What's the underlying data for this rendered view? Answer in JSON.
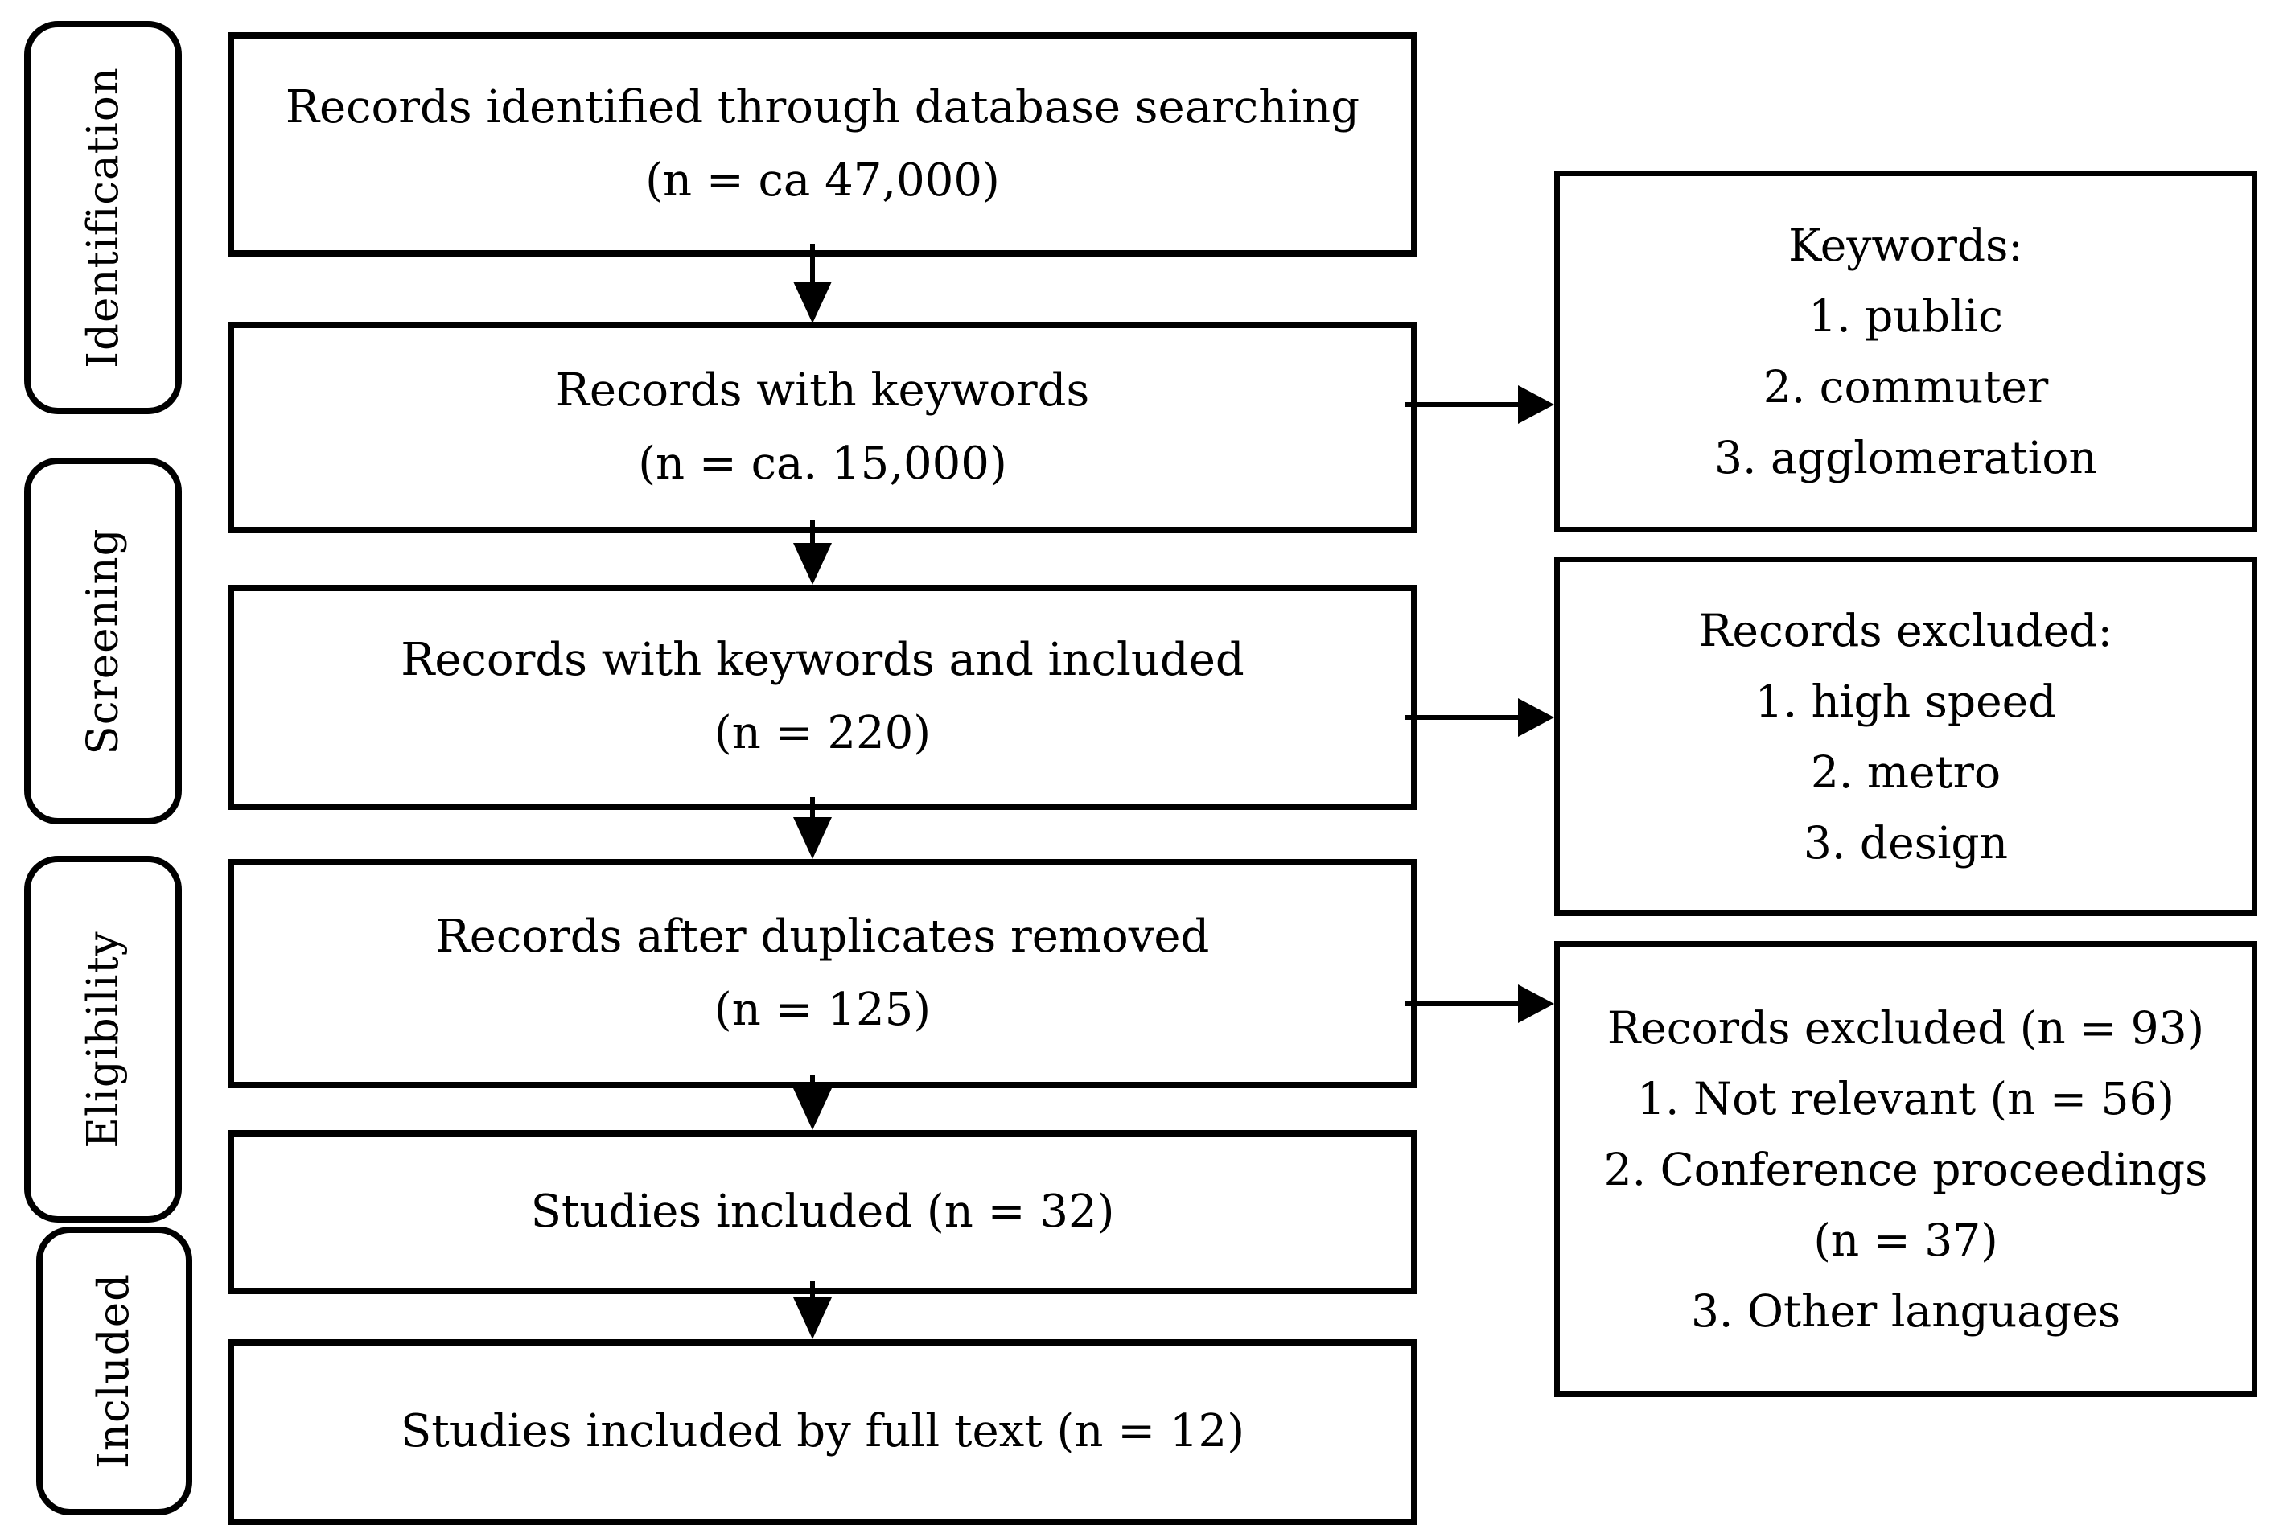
{
  "figure": {
    "type": "prisma-flow-diagram",
    "stage_labels": [
      {
        "label": "Identification"
      },
      {
        "label": "Screening"
      },
      {
        "label": "Eligibility"
      },
      {
        "label": "Included"
      }
    ],
    "main_boxes": [
      {
        "lines": [
          "Records identified through database searching",
          "(n = ca 47,000)"
        ]
      },
      {
        "lines": [
          "Records with keywords",
          "(n = ca. 15,000)"
        ]
      },
      {
        "lines": [
          "Records with keywords and included",
          "(n = 220)"
        ]
      },
      {
        "lines": [
          "Records after duplicates removed",
          "(n = 125)"
        ]
      },
      {
        "lines": [
          "Studies included (n = 32)"
        ]
      },
      {
        "lines": [
          "Studies included by full text (n = 12)"
        ]
      }
    ],
    "side_boxes": [
      {
        "lines": [
          "Keywords:",
          "1. public",
          "2. commuter",
          "3. agglomeration"
        ]
      },
      {
        "lines": [
          "Records excluded:",
          "1. high speed",
          "2. metro",
          "3. design"
        ]
      },
      {
        "lines": [
          "Records excluded (n = 93)",
          "1. Not relevant (n = 56)",
          "2. Conference proceedings",
          "(n = 37)",
          "3. Other languages"
        ]
      }
    ],
    "colors": {
      "line": "#000000",
      "background": "#ffffff",
      "text": "#000000"
    }
  }
}
